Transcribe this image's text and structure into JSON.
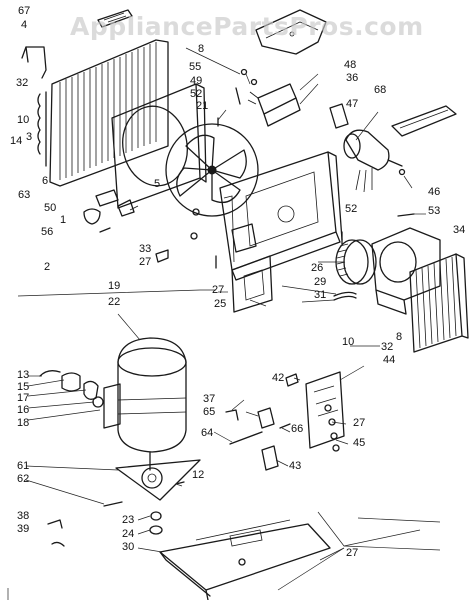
{
  "watermark": {
    "text": "AppliancePartsPros.com"
  },
  "colors": {
    "ink": "#1a1a1a",
    "watermark": "#c8c8c8",
    "background": "#ffffff"
  },
  "labels": [
    {
      "id": "67",
      "text": "67"
    },
    {
      "id": "4",
      "text": "4"
    },
    {
      "id": "32a",
      "text": "32"
    },
    {
      "id": "10a",
      "text": "10"
    },
    {
      "id": "3",
      "text": "3"
    },
    {
      "id": "14",
      "text": "14"
    },
    {
      "id": "6",
      "text": "6"
    },
    {
      "id": "63",
      "text": "63"
    },
    {
      "id": "50",
      "text": "50"
    },
    {
      "id": "1",
      "text": "1"
    },
    {
      "id": "56",
      "text": "56"
    },
    {
      "id": "2",
      "text": "2"
    },
    {
      "id": "5",
      "text": "5"
    },
    {
      "id": "33",
      "text": "33"
    },
    {
      "id": "27a",
      "text": "27"
    },
    {
      "id": "19",
      "text": "19"
    },
    {
      "id": "8a",
      "text": "8"
    },
    {
      "id": "55",
      "text": "55"
    },
    {
      "id": "49",
      "text": "49"
    },
    {
      "id": "52a",
      "text": "52"
    },
    {
      "id": "21",
      "text": "21"
    },
    {
      "id": "48",
      "text": "48"
    },
    {
      "id": "36",
      "text": "36"
    },
    {
      "id": "68",
      "text": "68"
    },
    {
      "id": "47",
      "text": "47"
    },
    {
      "id": "46",
      "text": "46"
    },
    {
      "id": "52b",
      "text": "52"
    },
    {
      "id": "53",
      "text": "53"
    },
    {
      "id": "34",
      "text": "34"
    },
    {
      "id": "26",
      "text": "26"
    },
    {
      "id": "29",
      "text": "29"
    },
    {
      "id": "31",
      "text": "31"
    },
    {
      "id": "27b",
      "text": "27"
    },
    {
      "id": "25",
      "text": "25"
    },
    {
      "id": "10b",
      "text": "10"
    },
    {
      "id": "32b",
      "text": "32"
    },
    {
      "id": "8b",
      "text": "8"
    },
    {
      "id": "44",
      "text": "44"
    },
    {
      "id": "42",
      "text": "42"
    },
    {
      "id": "22",
      "text": "22"
    },
    {
      "id": "13",
      "text": "13"
    },
    {
      "id": "15",
      "text": "15"
    },
    {
      "id": "17",
      "text": "17"
    },
    {
      "id": "16",
      "text": "16"
    },
    {
      "id": "18",
      "text": "18"
    },
    {
      "id": "61",
      "text": "61"
    },
    {
      "id": "62",
      "text": "62"
    },
    {
      "id": "12",
      "text": "12"
    },
    {
      "id": "37",
      "text": "37"
    },
    {
      "id": "65",
      "text": "65"
    },
    {
      "id": "64",
      "text": "64"
    },
    {
      "id": "66",
      "text": "66"
    },
    {
      "id": "43",
      "text": "43"
    },
    {
      "id": "27c",
      "text": "27"
    },
    {
      "id": "45",
      "text": "45"
    },
    {
      "id": "38",
      "text": "38"
    },
    {
      "id": "39",
      "text": "39"
    },
    {
      "id": "23",
      "text": "23"
    },
    {
      "id": "24",
      "text": "24"
    },
    {
      "id": "30",
      "text": "30"
    },
    {
      "id": "27d",
      "text": "27"
    }
  ]
}
